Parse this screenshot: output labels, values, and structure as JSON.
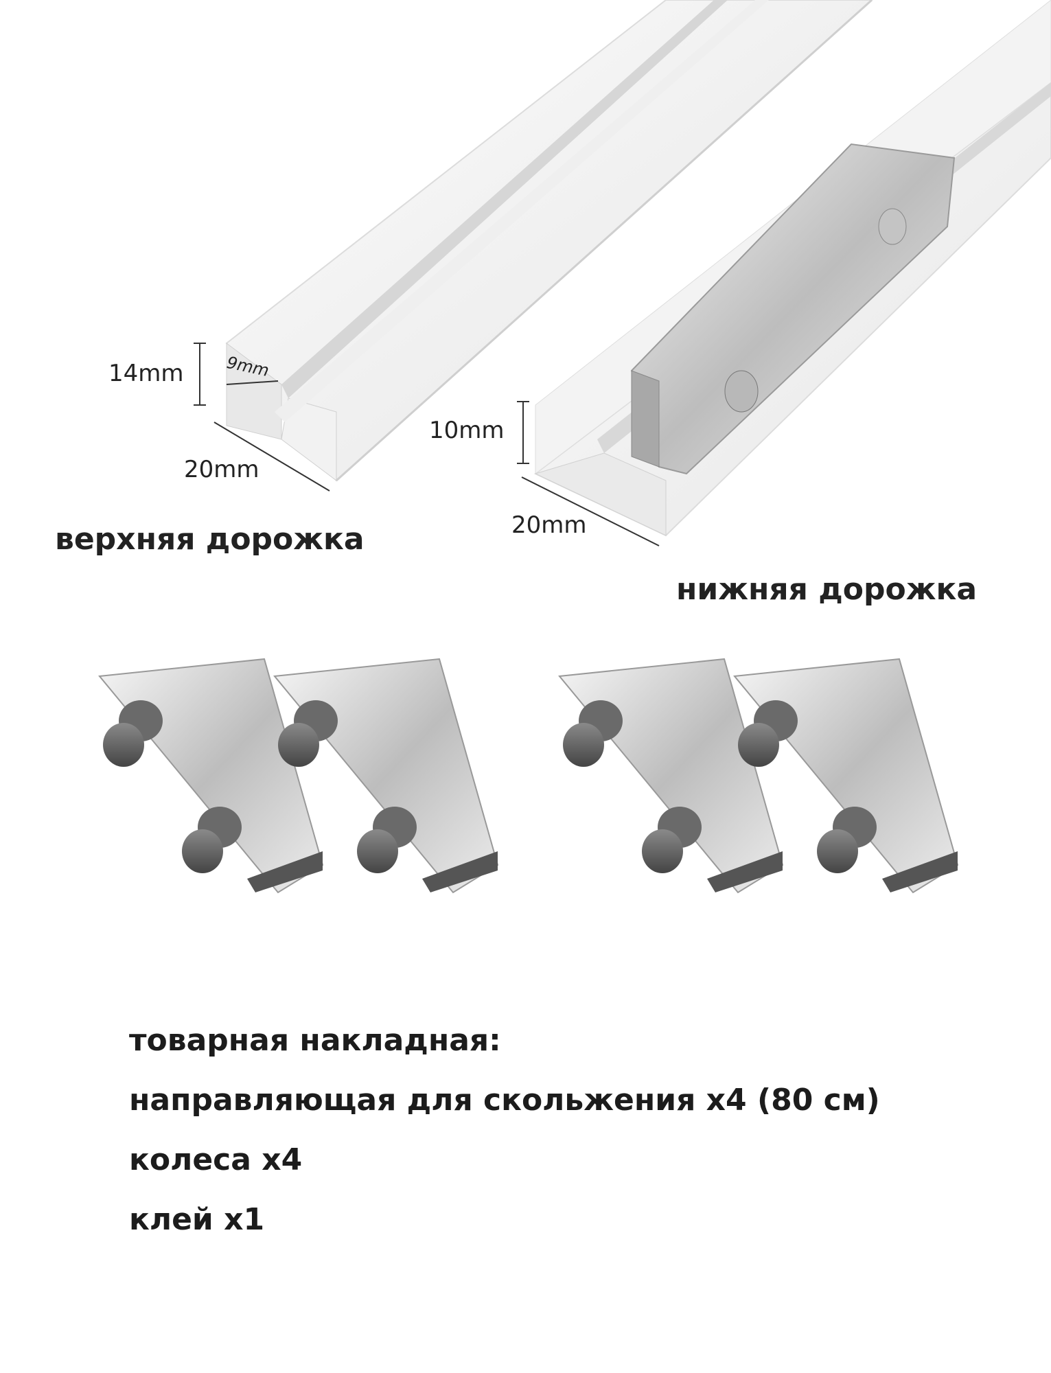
{
  "upper_track": {
    "height": "14mm",
    "gap": "9mm",
    "width": "20mm",
    "title": "верхняя дорожка"
  },
  "lower_track": {
    "height": "10mm",
    "width": "20mm",
    "title": "нижняя дорожка"
  },
  "wheels_count": 4,
  "contents": {
    "heading": "товарная накладная:",
    "items": [
      "направляющая для скольжения x4 (80 см)",
      "колеса x4",
      "клей x1"
    ]
  },
  "colors": {
    "rail": "#f4f4f4",
    "rail_shadow": "#d9d9d9",
    "metal": "#c9c9c9",
    "text": "#1c1c1c"
  }
}
